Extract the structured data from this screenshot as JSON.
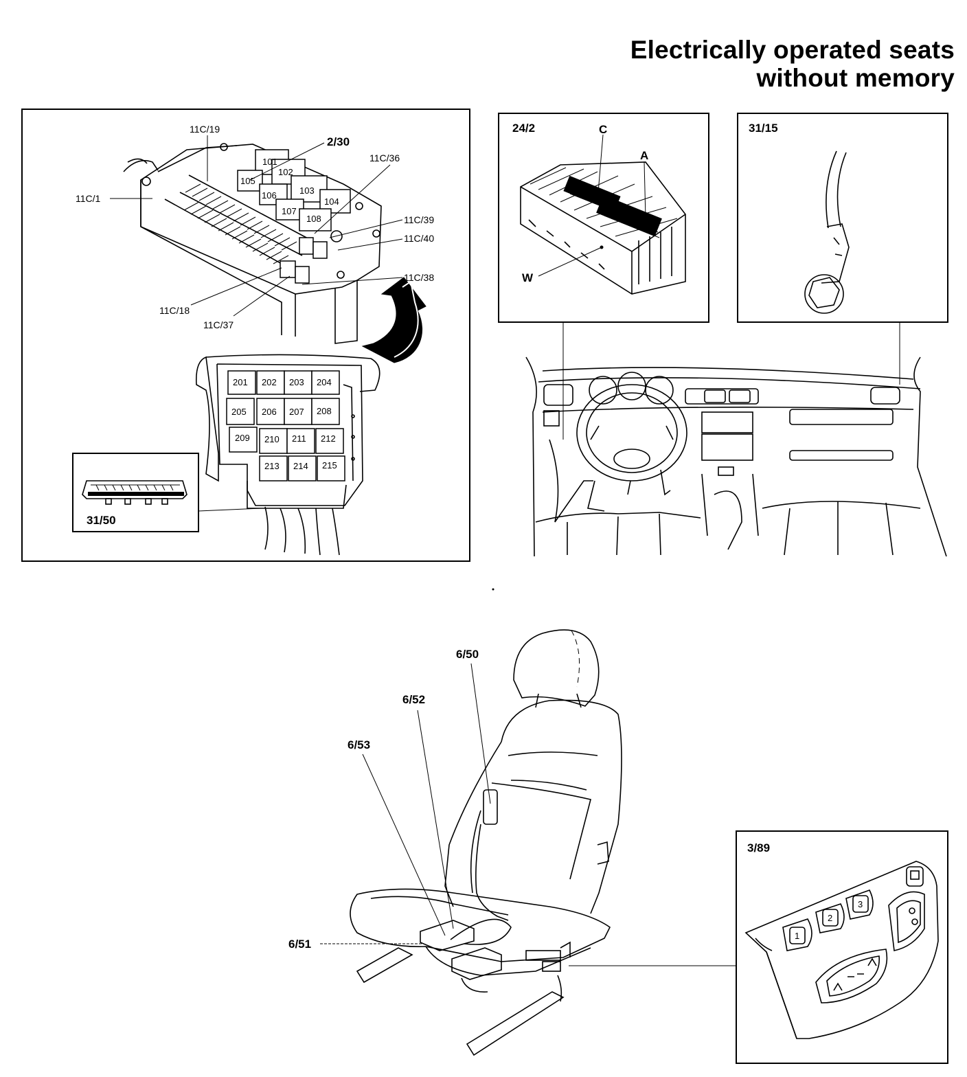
{
  "title": {
    "line1": "Electrically operated seats",
    "line2": "without memory"
  },
  "panel_fusebox": {
    "labels": {
      "c19": "11C/19",
      "c1": "11C/1",
      "relay_box": "2/30",
      "c36": "11C/36",
      "c39": "11C/39",
      "c40": "11C/40",
      "c38": "11C/38",
      "c18": "11C/18",
      "c37": "11C/37",
      "connector": "31/50"
    },
    "upper_relays": [
      "101",
      "102",
      "103",
      "104",
      "105",
      "106",
      "107",
      "108"
    ],
    "lower_relays": [
      "201",
      "202",
      "203",
      "204",
      "205",
      "206",
      "207",
      "208",
      "209",
      "210",
      "211",
      "212",
      "213",
      "214",
      "215"
    ]
  },
  "panel_control_module": {
    "id": "24/2",
    "label_c": "C",
    "label_a": "A",
    "label_w": "W"
  },
  "panel_ground_point": {
    "id": "31/15"
  },
  "seat": {
    "labels": {
      "s50": "6/50",
      "s52": "6/52",
      "s53": "6/53",
      "s51": "6/51"
    }
  },
  "panel_switch": {
    "id": "3/89",
    "buttons": [
      "1",
      "2",
      "3"
    ]
  },
  "icons": {
    "relay_arrow": "curved-arrow-icon",
    "ground_bolt": "bolt-icon"
  }
}
